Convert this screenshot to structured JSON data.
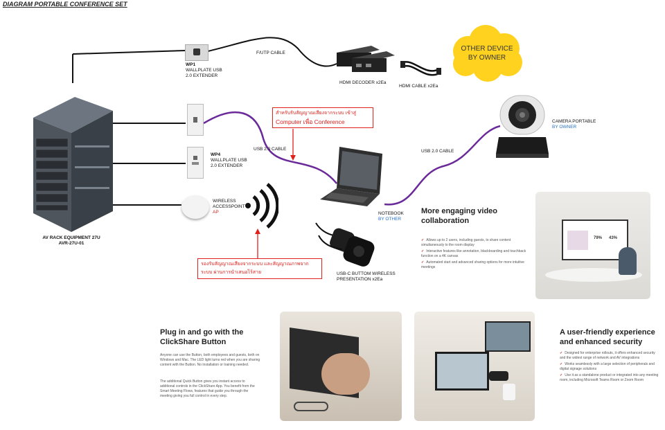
{
  "title": "DIAGRAM PORTABLE CONFERENCE SET",
  "rack": {
    "name": "AV RACK EQUIPMENT 27U",
    "model": "AVR-27U-01"
  },
  "wp1": {
    "code": "WP1",
    "desc1": "WALLPLATE USB",
    "desc2": "2.0 EXTENDER"
  },
  "wp4": {
    "code": "WP4",
    "desc1": "WALLPLATE USB",
    "desc2": "2.0 EXTENDER"
  },
  "ap": {
    "l1": "WIRELESS",
    "l2": "ACCESSPOINT",
    "l3": "AP"
  },
  "cables": {
    "futp": "F/UTP CABLE",
    "usb_left": "USB 2.0 CABLE",
    "usb_right": "USB 2.0 CABLE"
  },
  "hdmi_decoder": "HDMI DECODER x2Ea",
  "hdmi_cable": "HDMI CABLE x2Ea",
  "other_device": {
    "l1": "OTHER DEVICE",
    "l2": "BY OWNER"
  },
  "camera": {
    "l1": "CAMERA PORTABLE",
    "l2": "BY OWNER"
  },
  "notebook": {
    "l1": "NOTEBOOK",
    "l2": "BY OTHER"
  },
  "usbc": {
    "l1": "USB-C BUTTOM WIRELESS",
    "l2": "PRESENTATION x2Ea"
  },
  "note_top": {
    "l1": "สำหรับรับสัญญาณเสียงจากระบบ เข้าสู่",
    "l2": "Computer เพื่อ Conference"
  },
  "note_bottom": {
    "l1": "รองรับสัญญาณเสียงจากระบบ และสัญญาณภาพจาก",
    "l2": "ระบบ ผ่านการนำเสนอไร้สาย"
  },
  "promo1": {
    "title": "More engaging video collaboration",
    "bullets": [
      "Allows up to 2 users, including guests, to share content simultaneously to the room display",
      "Interactive features like annotation, blackboarding and touchback function on a 4K canvas",
      "Automated start and advanced sharing options for more intuitive meetings"
    ],
    "screen_stats": [
      "79%",
      "43%"
    ]
  },
  "promo2": {
    "title": "Plug in and go with the ClickShare Button",
    "p1": "Anyone can use the Button, both employees and guests, both on Windows and Mac. The LED light turns red when you are sharing content with the Button. No installation or training needed.",
    "p2": "The additional Quick Button gives you instant access to additional controls in the ClickShare App. You benefit from the Smart Meeting Flows, features that guide you through the meeting giving you full control in every step."
  },
  "promo3": {
    "title": "A user-friendly experience and enhanced security",
    "bullets": [
      "Designed for enterprise rollouts, it offers enhanced security and the widest range of network and AV integrations",
      "Works seamlessly with a large selection of peripherals and digital signage solutions",
      "Use it as a standalone product or integrated into any meeting room, including Microsoft Teams Room or Zoom Room"
    ]
  },
  "colors": {
    "cable_purple": "#6a2a9a",
    "note_red": "#e0201b",
    "cloud_yellow": "#ffd21f",
    "owner_blue": "#1f6fc4"
  }
}
